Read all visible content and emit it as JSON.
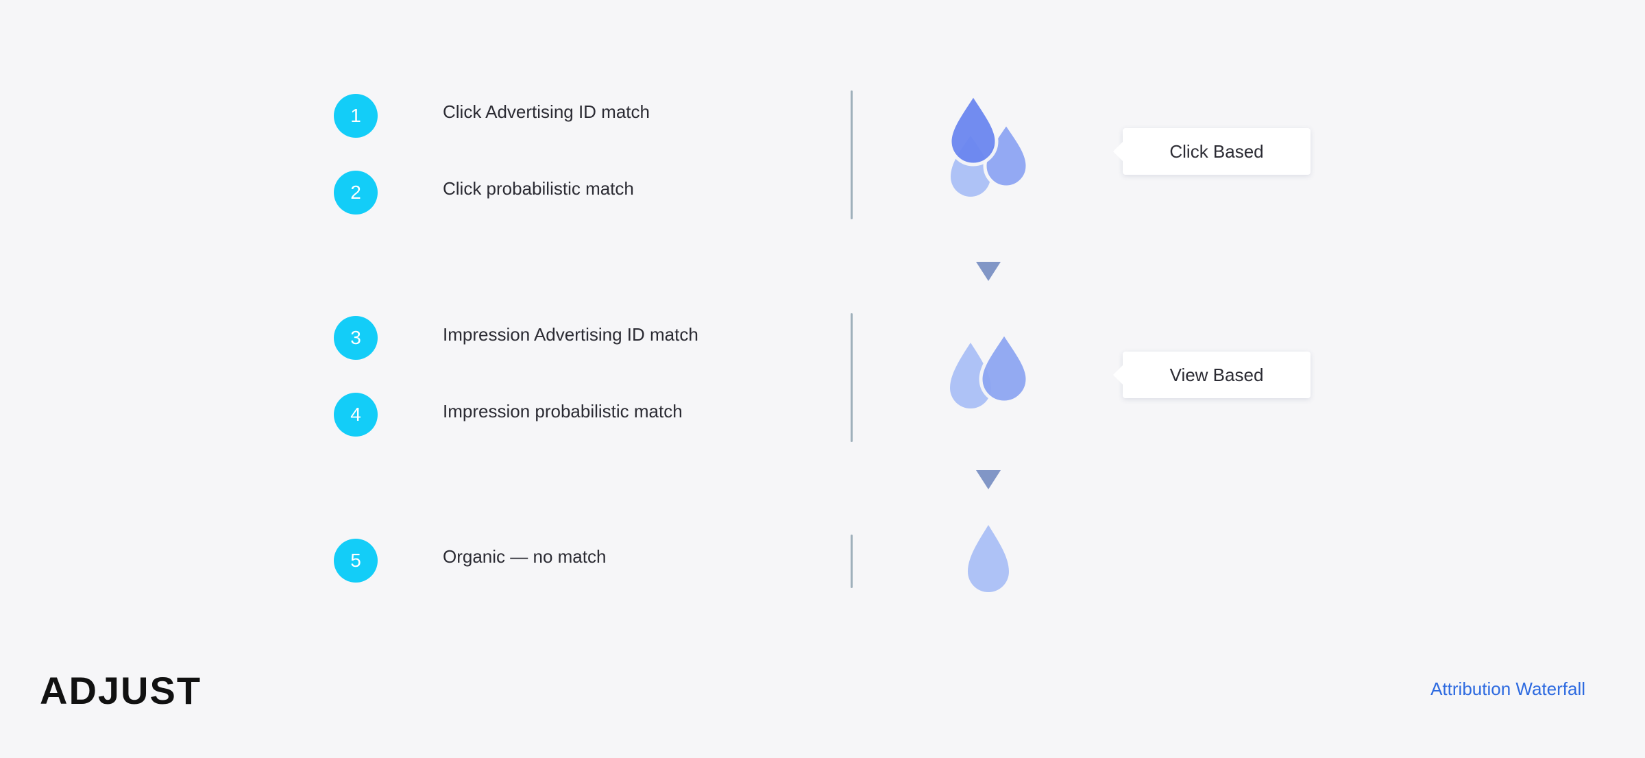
{
  "steps": [
    {
      "number": "1",
      "label": "Click Advertising ID match"
    },
    {
      "number": "2",
      "label": "Click probabilistic match"
    },
    {
      "number": "3",
      "label": "Impression Advertising ID match"
    },
    {
      "number": "4",
      "label": "Impression probabilistic match"
    },
    {
      "number": "5",
      "label": "Organic — no match"
    }
  ],
  "groups": [
    {
      "callout": "Click Based"
    },
    {
      "callout": "View Based"
    }
  ],
  "brand": {
    "name": "ADJUST"
  },
  "footer": {
    "title": "Attribution Waterfall"
  },
  "colors": {
    "badge": "#13cdf8",
    "drop_dark": "#6b87f0",
    "drop_mid": "#93a9f3",
    "drop_light": "#aec2f6",
    "arrow": "#8196c6",
    "footer_link": "#2d6ae0"
  }
}
